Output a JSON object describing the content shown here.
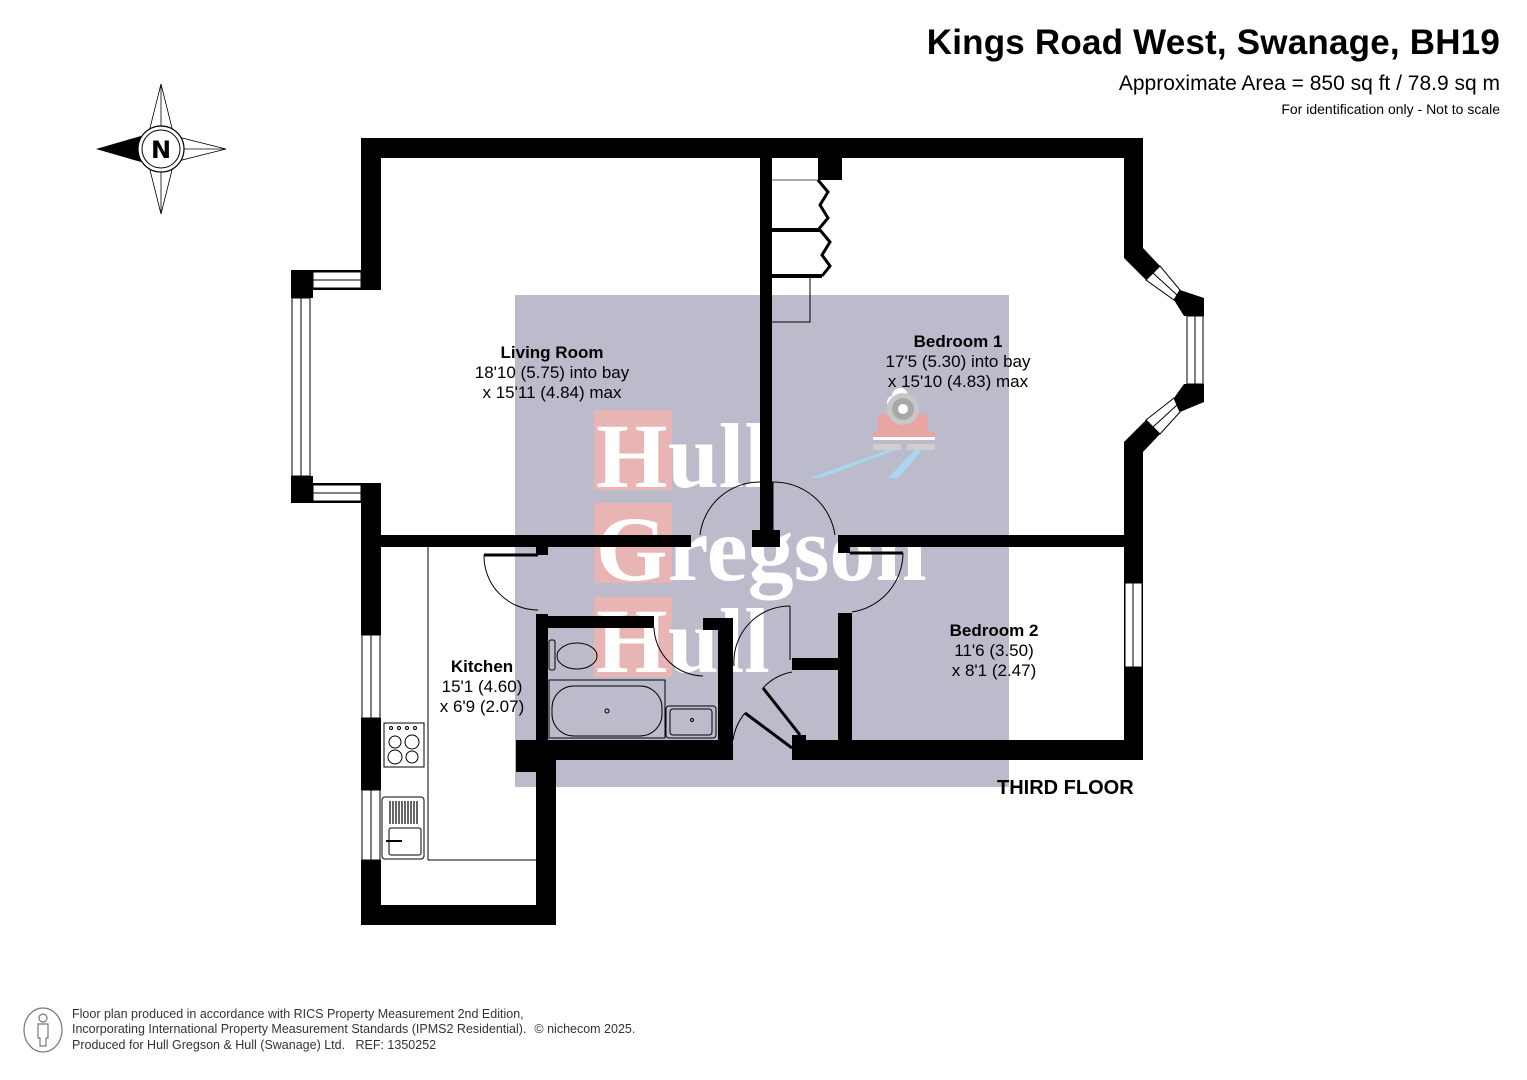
{
  "header": {
    "title": "Kings Road West, Swanage, BH19",
    "area": "Approximate Area = 850 sq ft / 78.9 sq m",
    "note": "For identification only - Not to scale"
  },
  "compass": {
    "letter": "N",
    "icon": "compass-north-icon"
  },
  "rooms": [
    {
      "name": "Living Room",
      "dim1": "18'10 (5.75) into bay",
      "dim2": "x 15'11 (4.84) max"
    },
    {
      "name": "Bedroom 1",
      "dim1": "17'5 (5.30) into bay",
      "dim2": "x 15'10 (4.83) max"
    },
    {
      "name": "Bedroom 2",
      "dim1": "11'6 (3.50)",
      "dim2": "x 8'1 (2.47)"
    },
    {
      "name": "Kitchen",
      "dim1": "15'1 (4.60)",
      "dim2": "x 6'9 (2.07)"
    }
  ],
  "floor_label": "THIRD FLOOR",
  "watermark": {
    "words": [
      "Hull",
      "Gregson",
      "Hull"
    ],
    "initials": [
      "H",
      "G",
      "H"
    ],
    "rests": [
      "ull",
      "regson",
      "ull"
    ],
    "colors": {
      "panel": "#bbbbcc",
      "initial_box": "#e9b4b4",
      "text": "#ffffff"
    }
  },
  "footer": {
    "line1": "Floor plan produced in accordance with RICS Property Measurement 2nd Edition,",
    "line2": "Incorporating International Property Measurement Standards (IPMS2 Residential).",
    "copyright": "© nichecom 2025.",
    "line3": "Produced for Hull Gregson & Hull (Swanage) Ltd.",
    "ref": "REF:  1350252"
  },
  "colors": {
    "wall": "#000000",
    "background": "#ffffff",
    "watermark_panel": "#bbbbcc"
  }
}
